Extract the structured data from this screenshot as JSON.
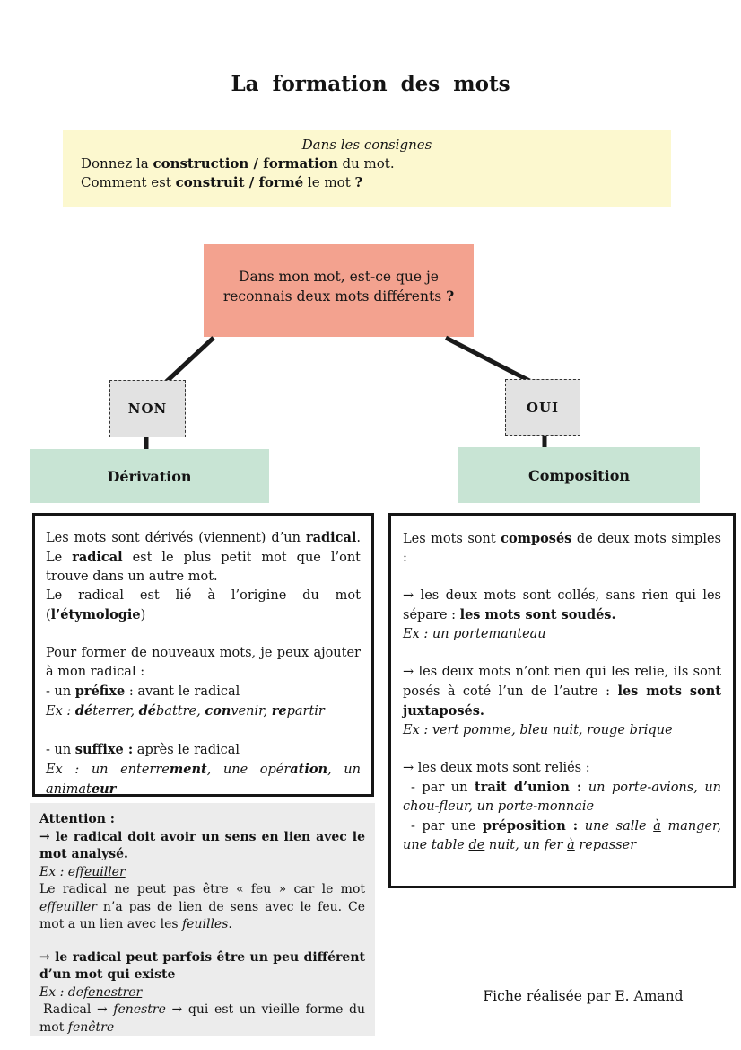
{
  "page": {
    "title": "La formation des mots",
    "footer": "Fiche réalisée par E. Amand"
  },
  "colors": {
    "consignes_bg": "#fcf8cf",
    "question_bg": "#f3a28f",
    "decision_bg": "#e2e2e2",
    "category_bg": "#c8e4d4",
    "note_bg": "#ececec",
    "line_color": "#1a1a1a"
  },
  "consignes": {
    "heading": "Dans les consignes",
    "line1": [
      [
        "Donnez la ",
        ""
      ],
      [
        "construction / formation",
        "b"
      ],
      [
        " du mot.",
        ""
      ]
    ],
    "line2": [
      [
        "Comment est ",
        ""
      ],
      [
        "construit / formé",
        "b"
      ],
      [
        " le mot ",
        ""
      ],
      [
        "?",
        "b"
      ]
    ]
  },
  "question": {
    "line1": "Dans mon mot, est-ce que je",
    "line2": [
      [
        "reconnais deux mots différents ",
        ""
      ],
      [
        "?",
        "b"
      ]
    ]
  },
  "decision": {
    "no": "NON",
    "yes": "OUI"
  },
  "categories": {
    "left": "Dérivation",
    "right": "Composition"
  },
  "derivation": {
    "p1": [
      [
        "Les mots sont dérivés (viennent) d’un ",
        ""
      ],
      [
        "radical",
        "b"
      ],
      [
        ". Le ",
        ""
      ],
      [
        "radical",
        "b"
      ],
      [
        " est le plus petit mot que l’ont trouve dans un autre mot.",
        ""
      ]
    ],
    "p2": [
      [
        "Le radical est lié à l’origine du mot (",
        ""
      ],
      [
        "l’étymologie",
        "b"
      ],
      [
        ")",
        ""
      ]
    ],
    "p3": [
      [
        "Pour former de nouveaux mots, je peux ajouter à mon radical :",
        ""
      ]
    ],
    "p4": [
      [
        "- un ",
        ""
      ],
      [
        "préfixe",
        "b"
      ],
      [
        " : avant le radical",
        ""
      ]
    ],
    "p5": [
      [
        "Ex : ",
        "i"
      ],
      [
        "dé",
        "bi"
      ],
      [
        "terrer, ",
        "i"
      ],
      [
        "dé",
        "bi"
      ],
      [
        "battre, ",
        "i"
      ],
      [
        "con",
        "bi"
      ],
      [
        "venir, ",
        "i"
      ],
      [
        "re",
        "bi"
      ],
      [
        "partir",
        "i"
      ]
    ],
    "p6": [
      [
        "- un ",
        ""
      ],
      [
        "suffixe :",
        "b"
      ],
      [
        "  après le radical",
        ""
      ]
    ],
    "p7": [
      [
        "Ex : un enterre",
        "i"
      ],
      [
        "ment",
        "bi"
      ],
      [
        ", une opér",
        "i"
      ],
      [
        "ation",
        "bi"
      ],
      [
        ", un animat",
        "i"
      ],
      [
        "eur",
        "bi"
      ]
    ]
  },
  "attention": {
    "title": [
      [
        "Attention :",
        "b"
      ]
    ],
    "r1": [
      [
        "→ le radical doit avoir un sens en lien avec le mot analysé.",
        "b"
      ]
    ],
    "r1_ex": [
      [
        "Ex : e",
        "i"
      ],
      [
        "ffeuiller",
        "iu"
      ]
    ],
    "r1_body": [
      [
        "Le radical ne peut pas être « feu » car le mot ",
        ""
      ],
      [
        "effeuiller",
        "i"
      ],
      [
        " n’a pas de lien de sens avec le feu. Ce mot a un lien avec les ",
        ""
      ],
      [
        "feuilles",
        "i"
      ],
      [
        ".",
        ""
      ]
    ],
    "r2": [
      [
        "→ le radical peut parfois être un peu différent d’un mot qui existe",
        "b"
      ]
    ],
    "r2_ex": [
      [
        "Ex : de",
        "i"
      ],
      [
        "fenestrer",
        "iu"
      ]
    ],
    "r2_body": [
      [
        "Radical → ",
        ""
      ],
      [
        "fenestre",
        "i"
      ],
      [
        " → qui est un vieille forme du mot ",
        ""
      ],
      [
        "fenêtre",
        "i"
      ]
    ]
  },
  "composition": {
    "p1": [
      [
        "Les mots sont ",
        ""
      ],
      [
        "composés",
        "b"
      ],
      [
        " de deux mots simples :",
        ""
      ]
    ],
    "p2": [
      [
        "→ les deux mots sont collés, sans rien qui les sépare : ",
        ""
      ],
      [
        "les mots sont soudés.",
        "b"
      ]
    ],
    "p2_ex": [
      [
        "Ex : un portemanteau",
        "i"
      ]
    ],
    "p3": [
      [
        "→ les deux mots n’ont rien qui les relie, ils sont posés à coté l’un de l’autre : ",
        ""
      ],
      [
        "les mots sont juxtaposés.",
        "b"
      ]
    ],
    "p3_ex": [
      [
        "Ex : vert pomme, bleu nuit, rouge brique",
        "i"
      ]
    ],
    "p4": [
      [
        "→ les deux mots sont reliés :",
        ""
      ]
    ],
    "p4_a": [
      [
        "- par un ",
        ""
      ],
      [
        "trait d’union :",
        "b"
      ],
      [
        " ",
        ""
      ],
      [
        "un porte-avions, un chou-fleur, un porte-monnaie",
        "i"
      ]
    ],
    "p4_b": [
      [
        "- par une ",
        ""
      ],
      [
        "préposition :",
        "b"
      ],
      [
        " ",
        ""
      ],
      [
        "une salle ",
        "i"
      ],
      [
        "à",
        "iu"
      ],
      [
        " manger, une table ",
        "i"
      ],
      [
        "de",
        "iu"
      ],
      [
        " nuit, un fer ",
        "i"
      ],
      [
        "à",
        "iu"
      ],
      [
        " repasser",
        "i"
      ]
    ]
  }
}
